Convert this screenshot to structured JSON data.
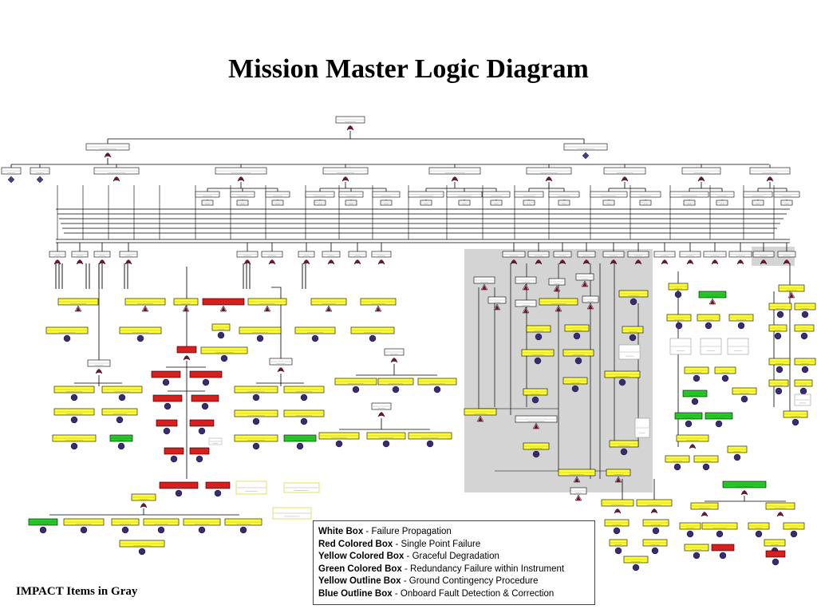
{
  "title": "Mission Master Logic Diagram",
  "impact_note": "IMPACT Items in Gray",
  "legend": [
    {
      "key": "White Box",
      "value": " - Failure Propagation"
    },
    {
      "key": "Red Colored Box",
      "value": " - Single Point Failure"
    },
    {
      "key": "Yellow Colored Box",
      "value": " - Graceful Degradation"
    },
    {
      "key": "Green Colored Box",
      "value": " - Redundancy Failure within Instrument"
    },
    {
      "key": "Yellow Outline Box",
      "value": " - Ground Contingency Procedure"
    },
    {
      "key": "Blue Outline Box",
      "value": " - Onboard Fault Detection & Correction"
    }
  ],
  "colors": {
    "white_box": "#ffffff",
    "red_box": "#e41a1a",
    "yellow_box": "#ffff33",
    "green_box": "#22cc22",
    "gray_region": "#d4d4d4",
    "gate": "#7a1030",
    "diamond": "#4a3a8a",
    "circle": "#3a2a70",
    "line": "#000000"
  },
  "icons": [
    "or-gate-icon",
    "diamond-event-icon",
    "basic-event-circle-icon",
    "transfer-triangle-icon"
  ]
}
